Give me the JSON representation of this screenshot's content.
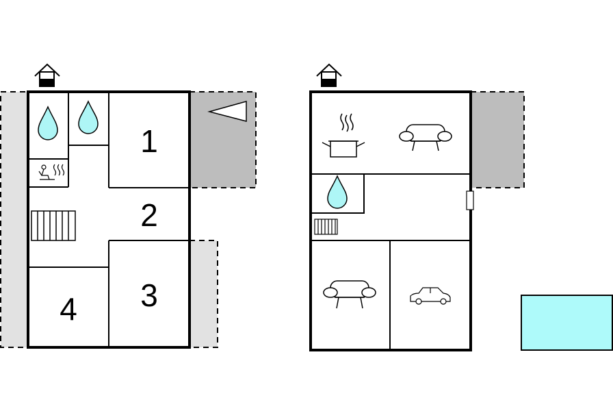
{
  "left_building": {
    "rooms": [
      {
        "label": "1"
      },
      {
        "label": "2"
      },
      {
        "label": "3"
      },
      {
        "label": "4"
      }
    ],
    "icons": [
      "entrance-icon",
      "water-drop-icon",
      "water-drop-icon",
      "sauna-icon",
      "stairs-icon"
    ]
  },
  "right_building": {
    "icons": [
      "entrance-icon",
      "cooking-pot-icon",
      "sofa-icon",
      "water-drop-icon",
      "radiator-icon",
      "door-icon",
      "sofa-icon",
      "car-icon"
    ]
  },
  "colors": {
    "wall": "#000000",
    "terrace_light": "#e2e2e2",
    "terrace_dark": "#bdbdbd",
    "water": "#aef6f6",
    "pool": "#aefafa"
  }
}
